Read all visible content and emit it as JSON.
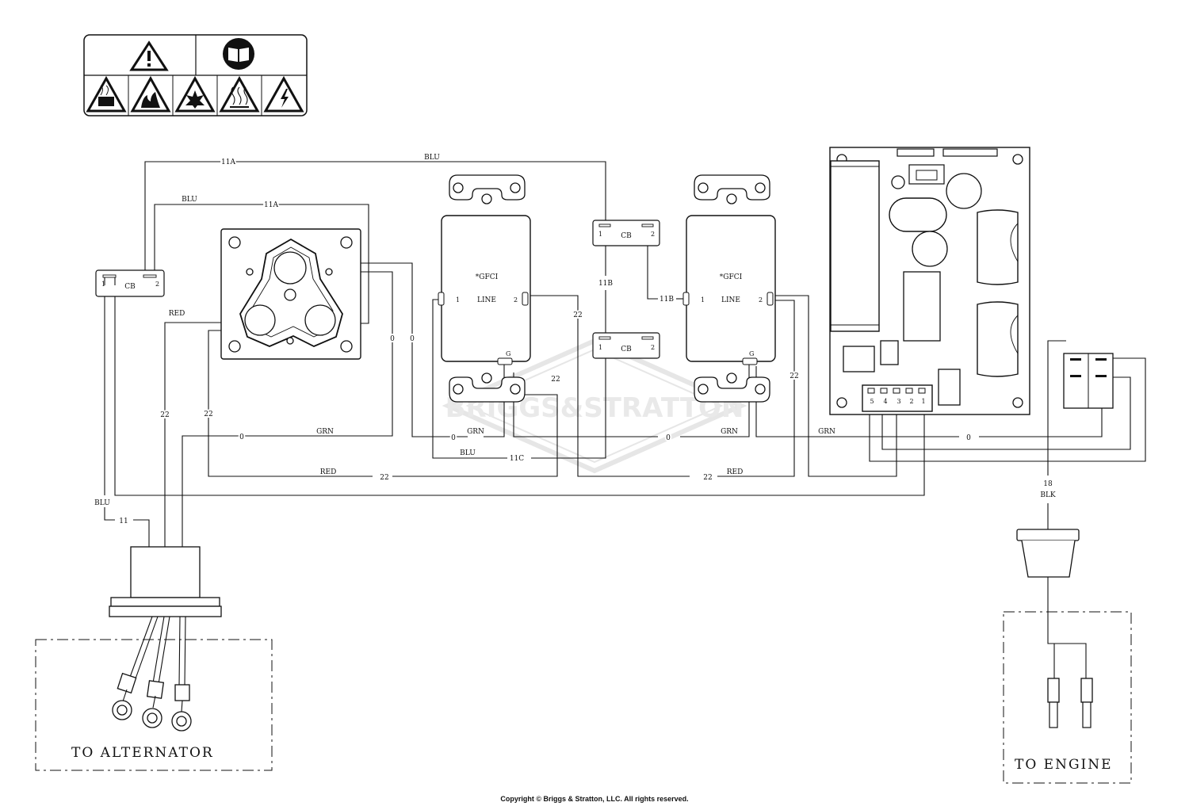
{
  "wire_labels": {
    "w11a_top": "11A",
    "blu_top": "BLU",
    "blu_left": "BLU",
    "w11a_mid": "11A",
    "red_left": "RED",
    "w0_a": "0",
    "w0_b": "0",
    "w22_a": "22",
    "w22_b": "22",
    "w22_c": "22",
    "w22_d": "22",
    "w22_e": "22",
    "w0_c": "0",
    "grn_a": "GRN",
    "w0_d": "0",
    "grn_b": "GRN",
    "w0_e": "0",
    "grn_c": "GRN",
    "grn_d": "GRN",
    "w0_f": "0",
    "blu_c": "BLU",
    "w11c": "11C",
    "red_b": "RED",
    "w22_f": "22",
    "w22_g": "22",
    "red_c": "RED",
    "blu_d": "BLU",
    "w11": "11",
    "w11b_a": "11B",
    "w11b_b": "11B",
    "w18": "18",
    "blk": "BLK"
  },
  "components": {
    "cb_left": {
      "label": "CB",
      "pin1": "1",
      "pin2": "2"
    },
    "cb_top": {
      "label": "CB",
      "pin1": "1",
      "pin2": "2"
    },
    "cb_bottom": {
      "label": "CB",
      "pin1": "1",
      "pin2": "2"
    },
    "gfci_1": {
      "title": "*GFCI",
      "line": "LINE",
      "pin1": "1",
      "pin2": "2",
      "ground": "G"
    },
    "gfci_2": {
      "title": "*GFCI",
      "line": "LINE",
      "pin1": "1",
      "pin2": "2",
      "ground": "G"
    },
    "connector_pins": [
      "5",
      "4",
      "3",
      "2",
      "1"
    ]
  },
  "destinations": {
    "alternator": "TO ALTERNATOR",
    "engine": "TO ENGINE"
  },
  "watermark": "BRIGGS&STRATTON",
  "copyright": "Copyright © Briggs & Stratton, LLC. All rights reserved."
}
